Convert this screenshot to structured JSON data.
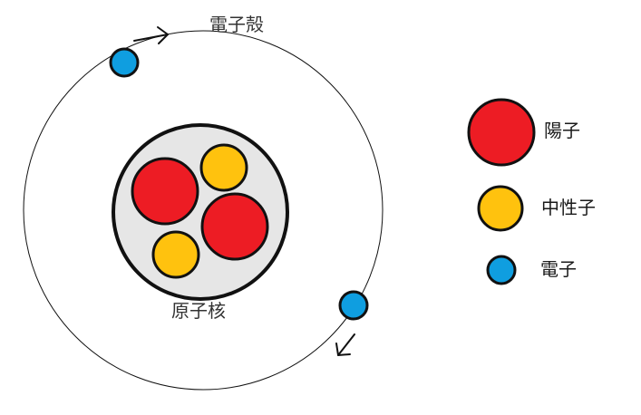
{
  "labels": {
    "shell": "電子殻",
    "nucleus": "原子核"
  },
  "legend": [
    {
      "label": "陽子",
      "color": "#ed1c24",
      "icon": "proton-icon"
    },
    {
      "label": "中性子",
      "color": "#ffc20e",
      "icon": "neutron-icon"
    },
    {
      "label": "電子",
      "color": "#0f9ee0",
      "icon": "electron-icon"
    }
  ],
  "colors": {
    "proton": "#ed1c24",
    "neutron": "#ffc20e",
    "electron": "#0f9ee0",
    "nucleus_fill": "#e6e6e6",
    "outline": "#111111"
  }
}
